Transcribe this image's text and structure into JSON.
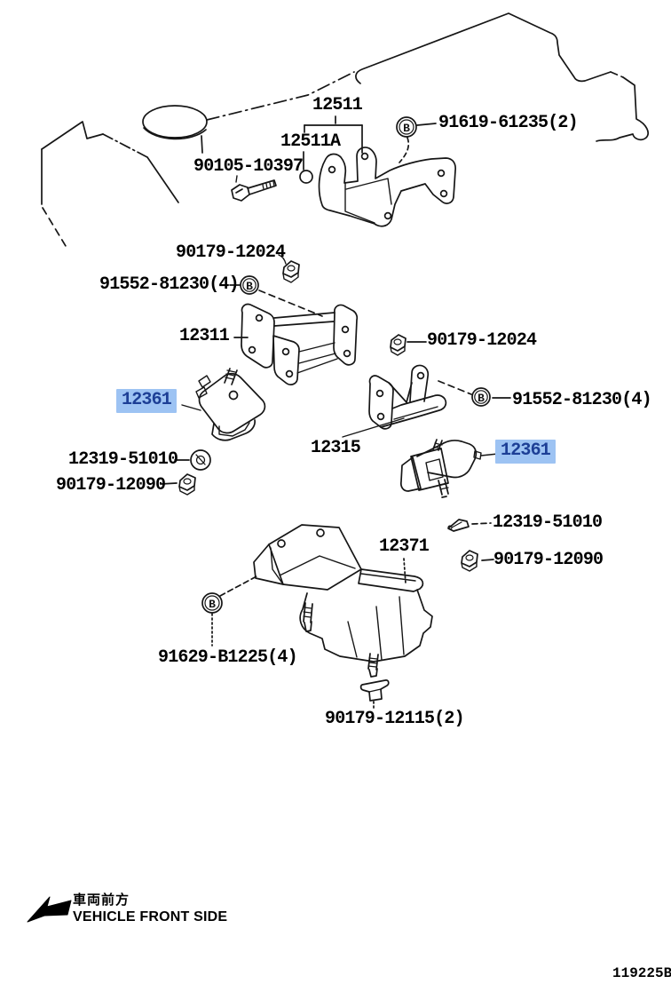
{
  "diagram_title": "engine-mounting-parts-diagram",
  "colors": {
    "line": "#161616",
    "highlight_bg": "#9dc3f3",
    "highlight_fg": "#1d3f96"
  },
  "markers": {
    "letter": "B"
  },
  "labels": {
    "l_12511": {
      "text": "12511"
    },
    "l_12511a": {
      "text": "12511A"
    },
    "l_90105_10397": {
      "text": "90105-10397"
    },
    "l_91619_61235": {
      "text": "91619-61235(2)"
    },
    "l_90179_12024_a": {
      "text": "90179-12024"
    },
    "l_91552_81230_a": {
      "text": "91552-81230(4)"
    },
    "l_12311": {
      "text": "12311"
    },
    "l_90179_12024_b": {
      "text": "90179-12024"
    },
    "l_91552_81230_b": {
      "text": "91552-81230(4)"
    },
    "l_12361_a": {
      "text": "12361",
      "highlighted": true
    },
    "l_12315": {
      "text": "12315"
    },
    "l_12361_b": {
      "text": "12361",
      "highlighted": true
    },
    "l_12319_51010_a": {
      "text": "12319-51010"
    },
    "l_90179_12090_a": {
      "text": "90179-12090"
    },
    "l_12319_51010_b": {
      "text": "12319-51010"
    },
    "l_90179_12090_b": {
      "text": "90179-12090"
    },
    "l_12371": {
      "text": "12371"
    },
    "l_91629_b1225": {
      "text": "91629-B1225(4)"
    },
    "l_90179_12115": {
      "text": "90179-12115(2)"
    }
  },
  "footer": {
    "vehicle_front_jp": "車両前方",
    "vehicle_front_en": "VEHICLE FRONT SIDE",
    "doc_code": "119225B"
  }
}
